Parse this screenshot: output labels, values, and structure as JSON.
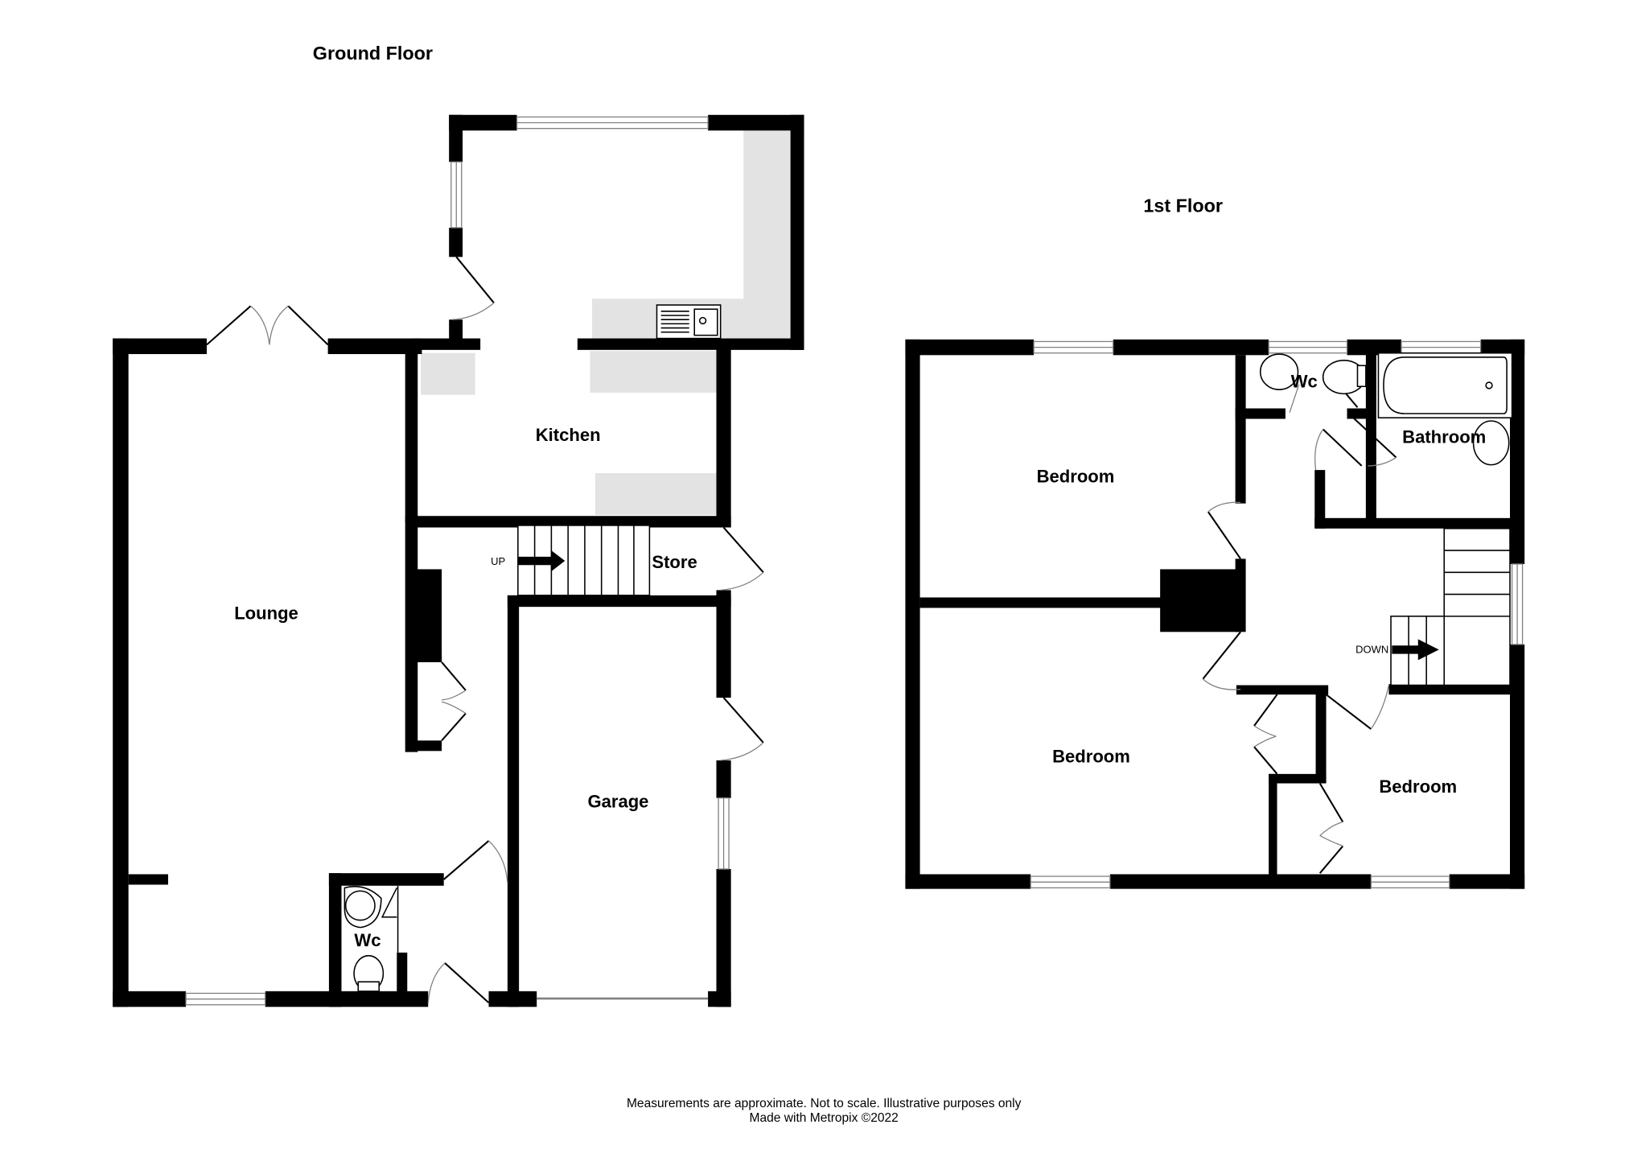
{
  "ground_floor": {
    "title": "Ground Floor",
    "rooms": {
      "lounge": "Lounge",
      "kitchen": "Kitchen",
      "store": "Store",
      "garage": "Garage",
      "wc": "Wc"
    },
    "stairs_label": "UP"
  },
  "first_floor": {
    "title": "1st Floor",
    "rooms": {
      "bedroom_1": "Bedroom",
      "bedroom_2": "Bedroom",
      "bedroom_3": "Bedroom",
      "bathroom": "Bathroom",
      "wc": "Wc"
    },
    "stairs_label": "DOWN"
  },
  "footer": {
    "disclaimer": "Measurements are approximate.  Not to scale.  Illustrative purposes only",
    "credit": "Made with Metropix ©2022"
  },
  "colors": {
    "wall": "#000000",
    "fitting": "#e3e3e3",
    "window_frame": "#808080"
  }
}
